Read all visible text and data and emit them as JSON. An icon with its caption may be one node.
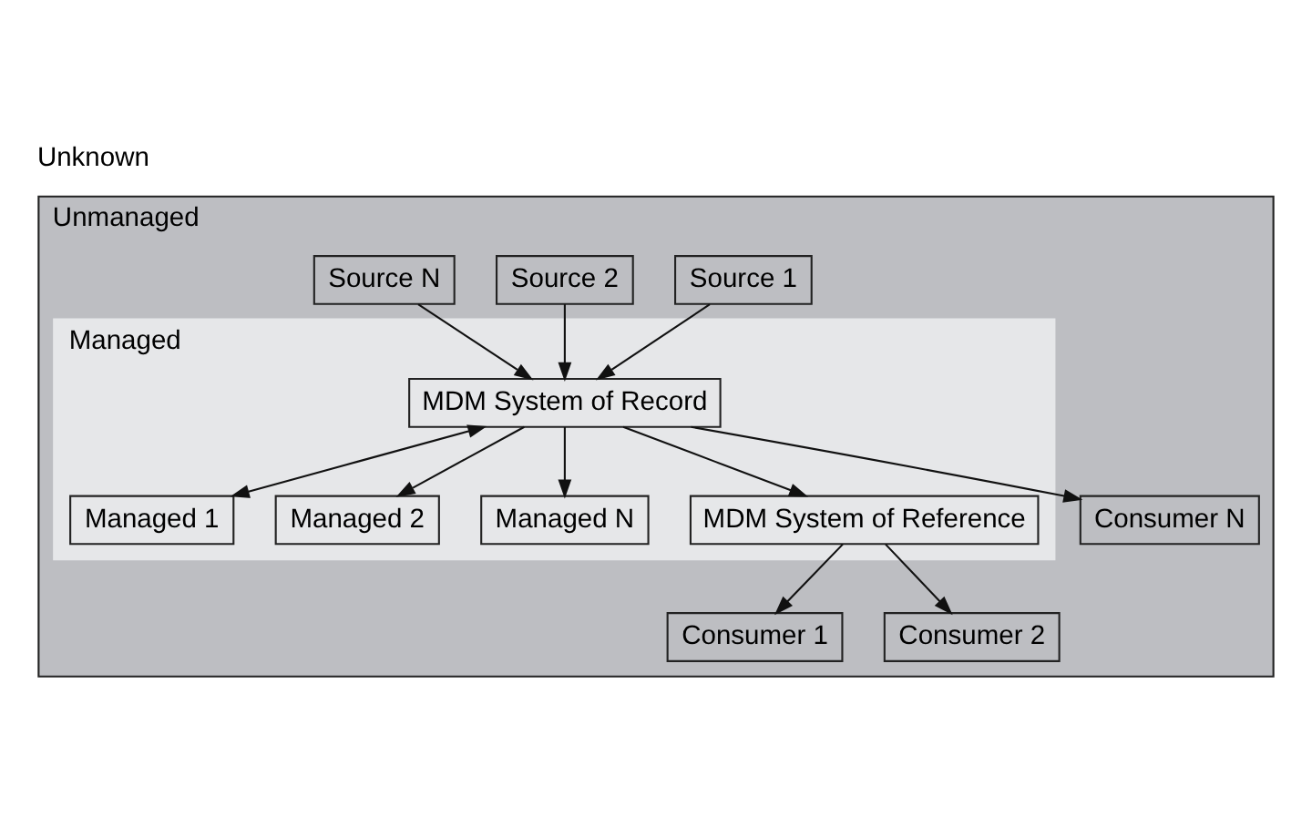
{
  "diagram": {
    "title": "Unknown",
    "nodes": [
      {
        "text": [
          "Unmanaged"
        ]
      },
      {
        "text": [
          "Source 1"
        ],
        "in": 0
      },
      {
        "text": [
          "Source 2"
        ],
        "in": 0
      },
      {
        "text": [
          "Source N"
        ],
        "in": 0
      },
      {
        "text": [
          "Managed"
        ],
        "in": 0
      },
      {
        "text": [
          "MDM System of Record"
        ],
        "in": 4
      },
      {
        "text": [
          "Managed 1"
        ],
        "in": 4
      },
      {
        "text": [
          "Managed 2"
        ],
        "in": 4
      },
      {
        "text": [
          "Managed N"
        ],
        "in": 4
      },
      {
        "text": [
          "MDM System of Reference"
        ],
        "in": 4
      },
      {
        "text": [
          "Consumer 1"
        ],
        "in": 0
      },
      {
        "text": [
          "Consumer 2"
        ],
        "in": 0
      },
      {
        "text": [
          "Consumer N"
        ],
        "in": 0
      }
    ],
    "edges": [
      {
        "from": 1,
        "to": 5,
        "arrow": "to"
      },
      {
        "from": 2,
        "to": 5,
        "arrow": "to"
      },
      {
        "from": 3,
        "to": 5,
        "arrow": "to"
      },
      {
        "from": 5,
        "to": 6,
        "arrow": "both"
      },
      {
        "from": 5,
        "to": 7,
        "arrow": "to"
      },
      {
        "from": 5,
        "to": 8,
        "arrow": "to"
      },
      {
        "from": 5,
        "to": 9,
        "arrow": "to"
      },
      {
        "from": 5,
        "to": 12,
        "arrow": "to"
      },
      {
        "from": 9,
        "to": 10,
        "arrow": "to"
      },
      {
        "from": 9,
        "to": 11,
        "arrow": "to"
      }
    ]
  }
}
